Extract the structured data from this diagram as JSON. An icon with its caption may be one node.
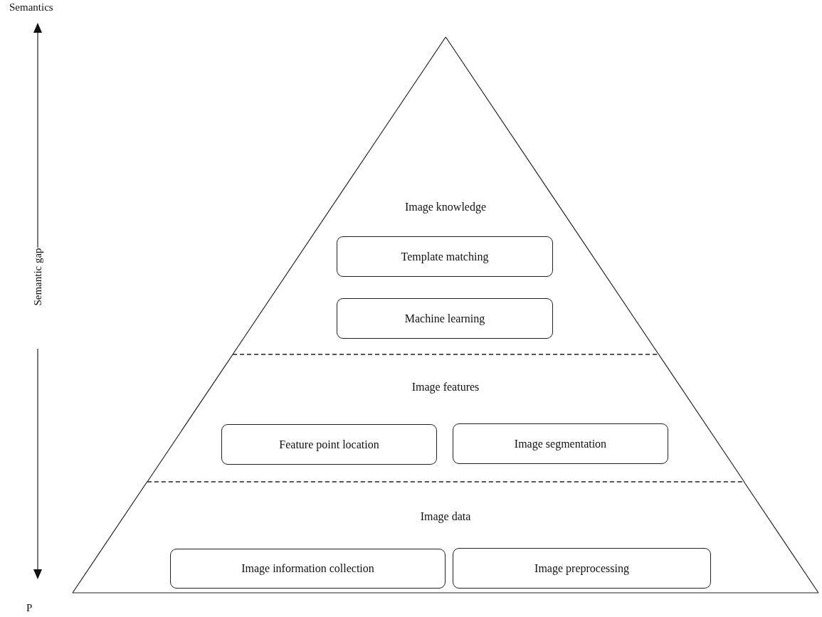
{
  "diagram": {
    "nodes": [
      {
        "text": [
          "Image knowledge"
        ]
      },
      {
        "text": [
          "Template matching"
        ],
        "in": 0
      },
      {
        "text": [
          "Machine learning"
        ],
        "in": 0
      },
      {
        "text": [
          "Image features"
        ]
      },
      {
        "text": [
          "Feature point location"
        ],
        "in": 3
      },
      {
        "text": [
          "Image segmentation"
        ],
        "in": 3
      },
      {
        "text": [
          "Image data"
        ]
      },
      {
        "text": [
          "Image information collection"
        ],
        "in": 6
      },
      {
        "text": [
          "Image preprocessing"
        ],
        "in": 6
      }
    ],
    "edges": [],
    "labels": [
      "Semantics",
      "Semantic gap",
      "P"
    ]
  }
}
